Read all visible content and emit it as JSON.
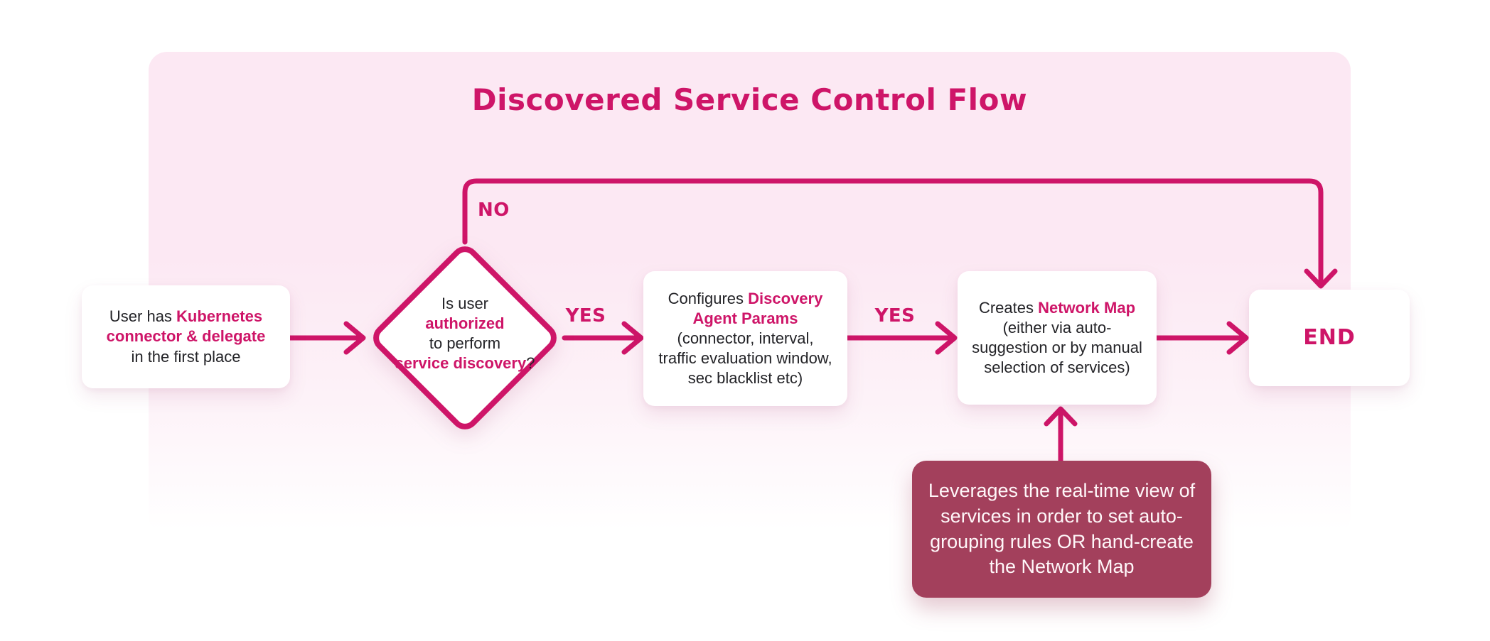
{
  "title": "Discovered Service Control Flow",
  "colors": {
    "accent": "#CE1568",
    "panel_pink": "#FCE8F3",
    "note_background": "#A3405C",
    "note_text": "#FFF7F9",
    "node_background": "#FFFFFF",
    "ink": "#232327"
  },
  "edge_labels": {
    "no": "NO",
    "yes_decision_to_configure": "YES",
    "yes_configure_to_create": "YES"
  },
  "nodes": {
    "start": {
      "segments": [
        {
          "text": "User has "
        },
        {
          "text": "Kubernetes",
          "accent": true
        },
        {
          "break": true
        },
        {
          "text": "connector & delegate",
          "accent": true
        },
        {
          "break": true
        },
        {
          "text": "in the first place"
        }
      ]
    },
    "decision": {
      "segments": [
        {
          "text": "Is user"
        },
        {
          "break": true
        },
        {
          "text": "authorized",
          "accent": true
        },
        {
          "break": true
        },
        {
          "text": "to perform"
        },
        {
          "break": true
        },
        {
          "text": "service discovery",
          "accent": true
        },
        {
          "text": "?"
        }
      ]
    },
    "configure": {
      "segments": [
        {
          "text": "Configures "
        },
        {
          "text": "Discovery",
          "accent": true
        },
        {
          "break": true
        },
        {
          "text": "Agent Params",
          "accent": true
        },
        {
          "break": true
        },
        {
          "text": "(connector, interval,"
        },
        {
          "break": true
        },
        {
          "text": "traffic evaluation window,"
        },
        {
          "break": true
        },
        {
          "text": "sec blacklist etc)"
        }
      ]
    },
    "create": {
      "segments": [
        {
          "text": "Creates "
        },
        {
          "text": "Network Map",
          "accent": true
        },
        {
          "break": true
        },
        {
          "text": "(either via auto-"
        },
        {
          "break": true
        },
        {
          "text": "suggestion or by manual"
        },
        {
          "break": true
        },
        {
          "text": "selection of services)"
        }
      ]
    },
    "end": {
      "label": "END"
    },
    "note": {
      "segments": [
        {
          "text": "Leverages the real-time view of"
        },
        {
          "break": true
        },
        {
          "text": "services in order to set auto-"
        },
        {
          "break": true
        },
        {
          "text": "grouping rules OR hand-create"
        },
        {
          "break": true
        },
        {
          "text": "the Network Map"
        }
      ]
    }
  }
}
